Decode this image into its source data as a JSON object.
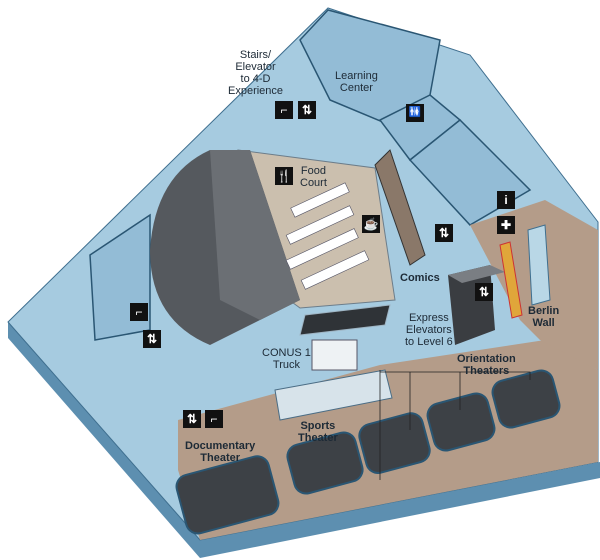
{
  "labels": {
    "stairs_elevator": [
      "Stairs/",
      "Elevator",
      "to 4-D",
      "Experience"
    ],
    "learning_center": [
      "Learning",
      "Center"
    ],
    "food_court": [
      "Food",
      "Court"
    ],
    "comics": "Comics",
    "express_elevators": [
      "Express",
      "Elevators",
      "to Level 6"
    ],
    "berlin_wall": [
      "Berlin",
      "Wall"
    ],
    "conus_truck": [
      "CONUS 1",
      "Truck"
    ],
    "orientation_theaters": [
      "Orientation",
      "Theaters"
    ],
    "sports_theater": [
      "Sports",
      "Theater"
    ],
    "documentary_theater": [
      "Documentary",
      "Theater"
    ]
  },
  "icons": {
    "stairs": "⌐",
    "elevator": "⇅",
    "restroom": "🚻",
    "food": "🍴",
    "cafe": "☕",
    "first_aid": "✚",
    "info": "i"
  },
  "colors": {
    "floor": "#a6cbe0",
    "wall": "#5f97b9",
    "band": "#b49c89",
    "theater": "#3d4146",
    "food_court": "#cbbfae"
  }
}
